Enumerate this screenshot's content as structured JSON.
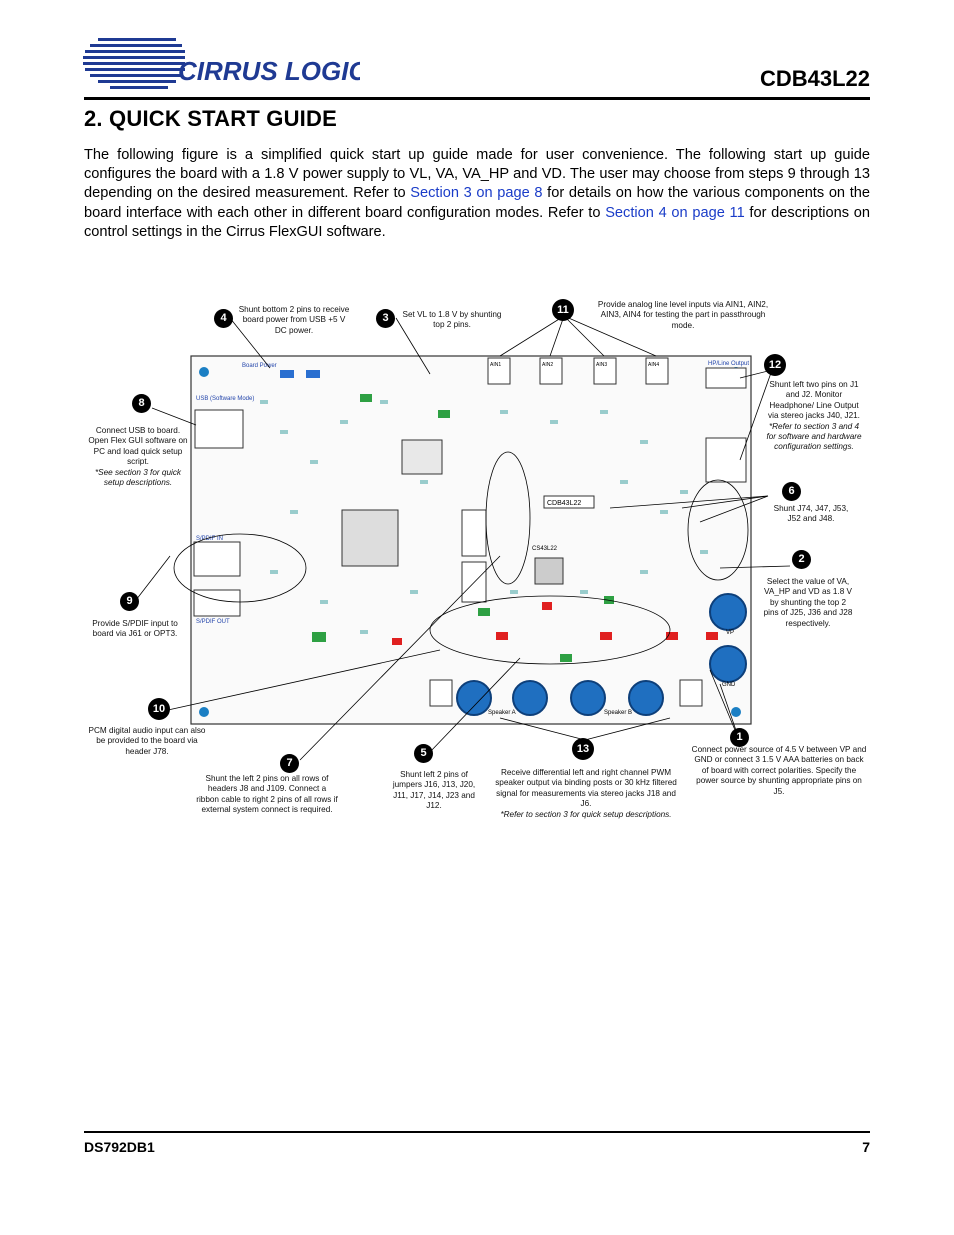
{
  "header": {
    "logo_text": "CIRRUS LOGIC",
    "doc_id": "CDB43L22"
  },
  "section": {
    "title": "2. QUICK START GUIDE"
  },
  "intro": {
    "part1": "The following figure is a simplified quick start up guide made for user convenience. The following start up guide configures the board with a 1.8 V power supply to VL, VA, VA_HP and VD. The user may choose from steps 9 through 13 depending on the desired measurement. Refer to ",
    "link1": "Section 3 on page 8",
    "part2": " for details on how the various components on the board interface with each other in different board configuration modes. Refer to ",
    "link2": "Section 4 on page 11",
    "part3": " for descriptions on control settings in the Cirrus FlexGUI software."
  },
  "figure": {
    "board_labels": {
      "cdb": "CDB43L22",
      "cs": "CS43L22",
      "usb": "USB (Software Mode)",
      "spdif_in": "S/PDIF IN",
      "spdif_out": "S/PDIF OUT",
      "board_power": "Board Power",
      "hp_line_out": "HP/Line Output",
      "speaker_a": "Speaker A",
      "speaker_b": "Speaker B",
      "vp": "VP",
      "gnd": "GND",
      "ain1": "AIN1",
      "ain2": "AIN2",
      "ain3": "AIN3",
      "ain4": "AIN4"
    },
    "callouts": [
      {
        "num": "1",
        "text": "Connect power source of 4.5 V between VP and GND or connect 3 1.5 V AAA batteries on back of board with correct polarities. Specify the power source by shunting appropriate pins on J5."
      },
      {
        "num": "2",
        "text": "Select the value of VA, VA_HP and VD as 1.8 V by shunting the top 2 pins of J25, J36 and J28 respectively."
      },
      {
        "num": "3",
        "text": "Set VL to 1.8 V by shunting top 2 pins."
      },
      {
        "num": "4",
        "text": "Shunt bottom 2 pins to receive board power from USB +5 V DC power."
      },
      {
        "num": "5",
        "text": "Shunt left 2 pins of jumpers J16, J13, J20, J11, J17, J14, J23 and J12."
      },
      {
        "num": "6",
        "text": "Shunt J74, J47, J53, J52 and J48."
      },
      {
        "num": "7",
        "text": "Shunt the left 2 pins on all rows of headers J8 and J109. Connect a ribbon cable to right 2 pins of all rows if external system connect is required."
      },
      {
        "num": "8",
        "text": "Connect USB to board. Open Flex GUI software on PC and load quick setup script.",
        "note": "*See section 3 for quick setup descriptions."
      },
      {
        "num": "9",
        "text": "Provide S/PDIF input to board via J61 or OPT3."
      },
      {
        "num": "10",
        "text": "PCM digital audio input can also be provided to the board via header J78."
      },
      {
        "num": "11",
        "text": "Provide analog line level inputs via AIN1, AIN2, AIN3, AIN4 for testing the part in passthrough mode."
      },
      {
        "num": "12",
        "text": "Shunt left two pins on J1 and J2. Monitor Headphone/ Line Output via stereo jacks J40, J21.",
        "note": "*Refer to section 3 and 4 for software and hardware configuration settings."
      },
      {
        "num": "13",
        "text": "Receive differential left and right channel PWM speaker output via binding posts or 30 kHz filtered signal for measurements via stereo jacks J18 and J6.",
        "note": "*Refer to section 3 for quick setup descriptions."
      }
    ]
  },
  "footer": {
    "doc_number": "DS792DB1",
    "page_number": "7"
  }
}
